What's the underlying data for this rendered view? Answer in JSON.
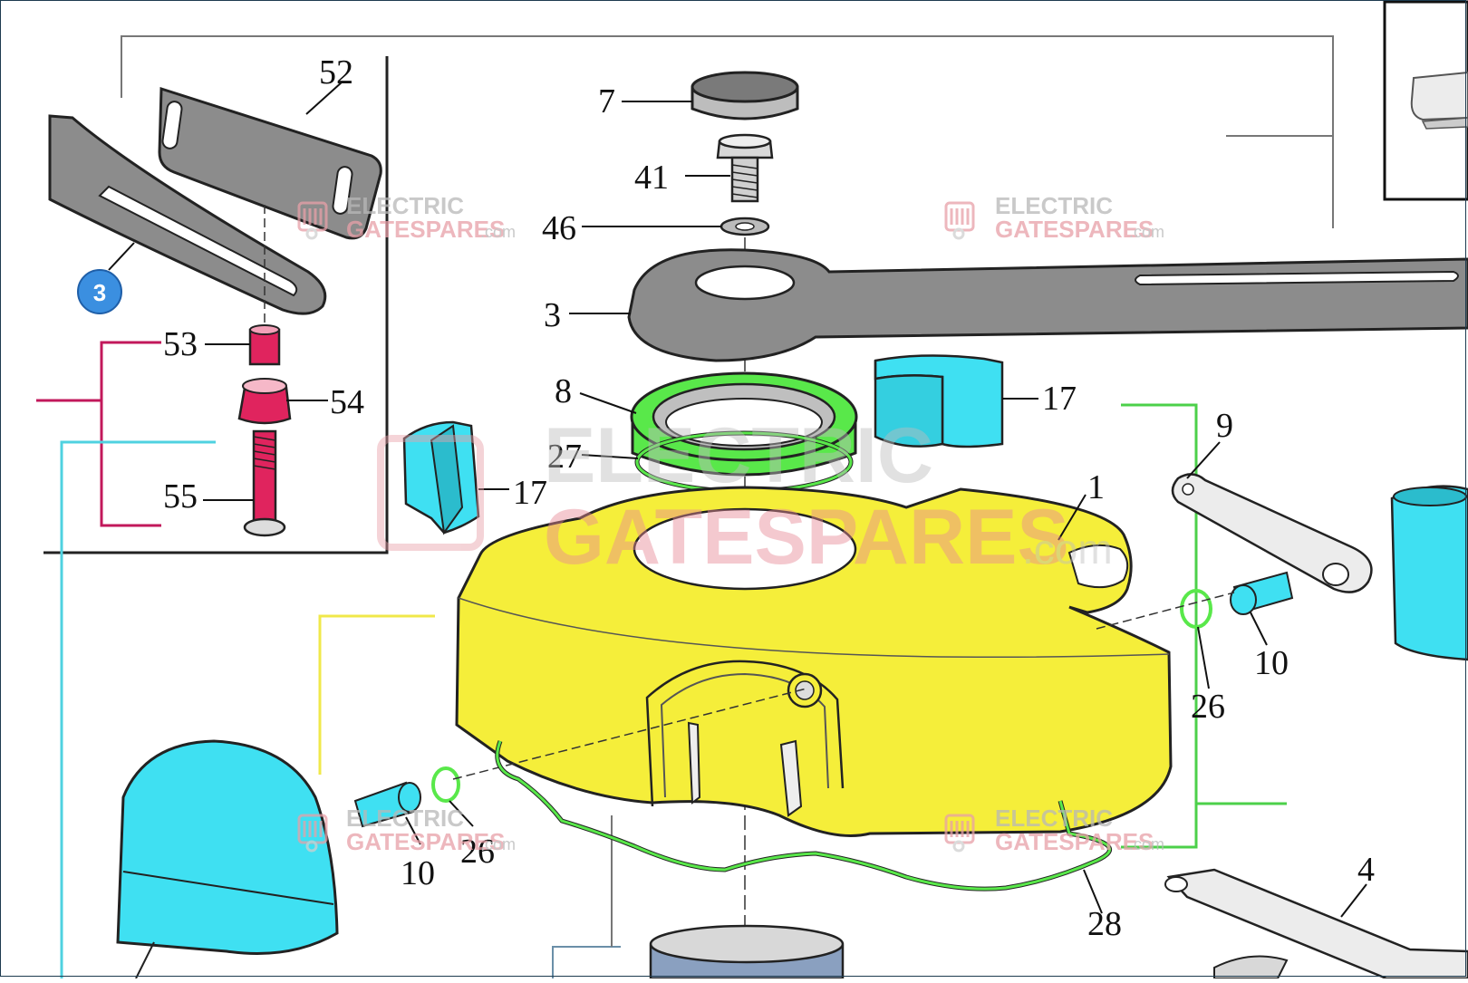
{
  "diagram": {
    "part_labels": {
      "p52": "52",
      "p7": "7",
      "p41": "41",
      "p46": "46",
      "p3": "3",
      "p53": "53",
      "p54": "54",
      "p55": "55",
      "p8": "8",
      "p27": "27",
      "p17a": "17",
      "p17b": "17",
      "p1": "1",
      "p9": "9",
      "p10a": "10",
      "p26a": "26",
      "p10b": "10",
      "p26b": "26",
      "p28": "28",
      "p4": "4"
    },
    "badge": {
      "label": "3",
      "color": "#3b8fe0"
    },
    "colors": {
      "housing_yellow": "#f5ee3a",
      "cap_cyan": "#3fe0f2",
      "seal_green": "#59e84a",
      "spacer_magenta": "#e0245e",
      "bracket_red": "#c2185b",
      "bracket_teal": "#4fd2e0",
      "bracket_yellow": "#f0e84a",
      "bracket_green": "#4cd04a",
      "arm_gray": "#8c8c8c"
    },
    "watermark": {
      "line1": "ELECTRIC",
      "line2": "GATESPARES",
      "suffix": ".com"
    }
  }
}
